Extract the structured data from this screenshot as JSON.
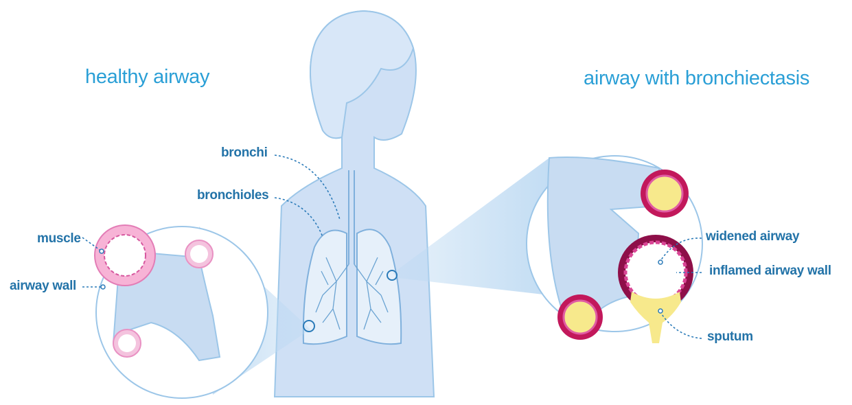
{
  "titles": {
    "left": "healthy airway",
    "right": "airway with bronchiectasis"
  },
  "labels": {
    "bronchi": "bronchi",
    "bronchioles": "bronchioles",
    "muscle": "muscle",
    "airway_wall": "airway wall",
    "widened_airway": "widened airway",
    "inflamed_airway_wall": "inflamed airway wall",
    "sputum": "sputum"
  },
  "colors": {
    "body": "#cfe0f5",
    "outline": "#8fbde3",
    "label": "#2373a8",
    "title": "#2a9fd6",
    "healthy_ring": "#f2a7cf",
    "inflamed_ring": "#c2185b",
    "sputum": "#f7e98c"
  }
}
